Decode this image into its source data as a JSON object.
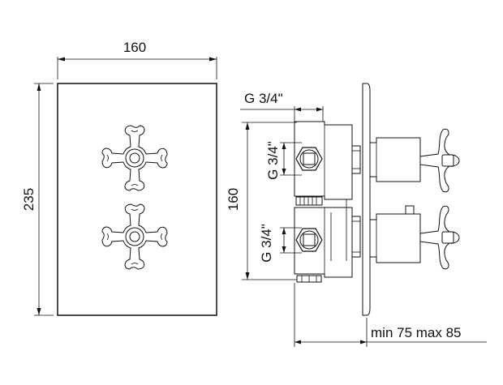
{
  "dimensions": {
    "plate_width": "160",
    "plate_height": "235",
    "body_height": "160",
    "inlet_top": "G 3/4\"",
    "inlet_top_side": "G 3/4\"",
    "inlet_bottom_side": "G 3/4\"",
    "depth_range": "min 75 max 85"
  },
  "colors": {
    "line": "#111111",
    "background": "#ffffff"
  }
}
